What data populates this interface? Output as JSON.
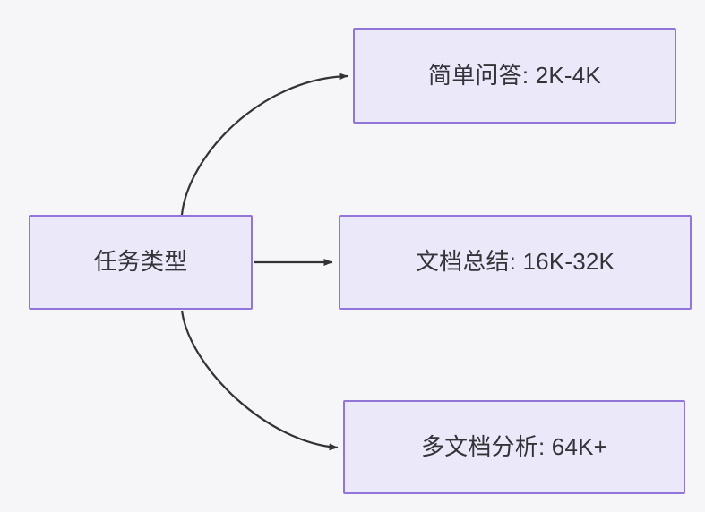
{
  "diagram": {
    "type": "flowchart",
    "direction": "left-to-right",
    "background_color": "#f6f6f8",
    "node_fill_color": "#ebe8fa",
    "node_border_color": "#9175d8",
    "node_text_color": "#333338",
    "edge_color": "#333333",
    "root": {
      "id": "root",
      "label": "任务类型"
    },
    "branches": [
      {
        "id": "simple-qa",
        "label": "简单问答: 2K-4K",
        "task": "简单问答",
        "context_range": "2K-4K",
        "edge_style": "curved"
      },
      {
        "id": "doc-sum",
        "label": "文档总结: 16K-32K",
        "task": "文档总结",
        "context_range": "16K-32K",
        "edge_style": "straight"
      },
      {
        "id": "multi-doc",
        "label": "多文档分析: 64K+",
        "task": "多文档分析",
        "context_range": "64K+",
        "edge_style": "curved"
      }
    ]
  }
}
